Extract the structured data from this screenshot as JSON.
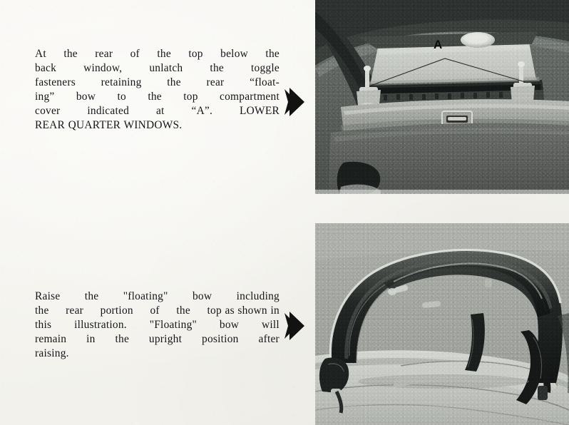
{
  "page": {
    "background_color": "#f6f5f1",
    "text_color": "#16161a"
  },
  "instructions": [
    {
      "id": "step-unlatch-toggle-fasteners",
      "lines": [
        [
          "At",
          "the",
          "rear",
          "of",
          "the",
          "top",
          "below",
          "the"
        ],
        [
          "back",
          "window,",
          "unlatch",
          "the",
          "toggle"
        ],
        [
          "fasteners",
          "retaining",
          "the",
          "rear",
          "“float-"
        ],
        [
          "ing”",
          "bow",
          "to",
          "the",
          "top",
          "compartment"
        ],
        [
          "cover",
          "indicated",
          "at",
          "“A”.",
          "LOWER"
        ],
        [
          "REAR QUARTER WINDOWS."
        ]
      ],
      "justified": [
        true,
        true,
        true,
        true,
        true,
        false
      ],
      "full_text": "At the rear of the top below the back window, unlatch the toggle fasteners retaining the rear “floating” bow to the top compartment cover indicated at “A”. LOWER REAR QUARTER WINDOWS."
    },
    {
      "id": "step-raise-floating-bow",
      "lines": [
        [
          "Raise",
          "the",
          "\"floating\"",
          "bow",
          "including"
        ],
        [
          "the",
          "rear",
          "portion",
          "of",
          "the",
          "top as shown in"
        ],
        [
          "this",
          "illustration.",
          "\"Floating\"",
          "bow",
          "will"
        ],
        [
          "remain",
          "in",
          "the",
          "upright",
          "position",
          "after"
        ],
        [
          "raising."
        ]
      ],
      "justified": [
        true,
        true,
        true,
        true,
        false
      ],
      "full_text": "Raise the \"floating\" bow including the rear portion of the top as shown in this illustration. \"Floating\" bow will remain in the upright position after raising."
    }
  ],
  "arrows": [
    {
      "id": "arrow-to-top-photo",
      "icon": "right-arrow-icon",
      "color": "#121212"
    },
    {
      "id": "arrow-to-bottom-photo",
      "icon": "right-arrow-icon",
      "color": "#121212"
    }
  ],
  "photos": [
    {
      "id": "photo-rear-window-toggle-fasteners",
      "caption_ref": "step-unlatch-toggle-fasteners",
      "callouts": [
        {
          "label": "A",
          "meaning": "toggle-fasteners-retaining-floating-bow"
        }
      ]
    },
    {
      "id": "photo-floating-bow-raised",
      "caption_ref": "step-raise-floating-bow",
      "callouts": []
    }
  ]
}
